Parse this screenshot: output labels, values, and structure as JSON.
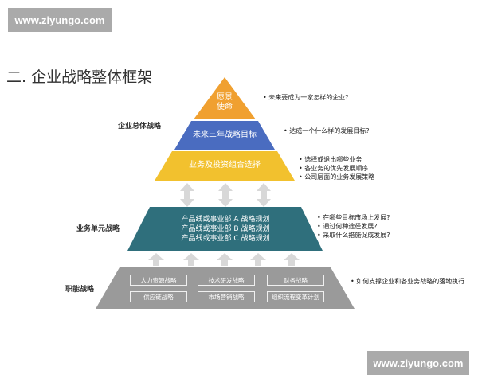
{
  "watermark": "www.ziyungo.com",
  "title": "二. 企业战略整体框架",
  "labels": {
    "corporate": "企业总体战略",
    "business_unit": "业务单元战略",
    "functional": "职能战略"
  },
  "tiers": {
    "vision": [
      "愿景",
      "使命"
    ],
    "three_year": "未来三年战略目标",
    "portfolio": "业务及投资组合选择",
    "bu_lines": [
      "产品线或事业部 A 战略规划",
      "产品线或事业部 B 战略规划",
      "产品线或事业部 C 战略规划"
    ],
    "functional_items": [
      "人力资源战略",
      "技术研发战略",
      "财务战略",
      "供应链战略",
      "市场营销战略",
      "组织流程变革计划"
    ]
  },
  "notes": {
    "vision": [
      "未来要成为一家怎样的企业?"
    ],
    "three_year": [
      "达成一个什么样的发展目标?"
    ],
    "portfolio": [
      "选择或退出哪些业务",
      "各业务的优先发展顺序",
      "公司层面的业务发展策略"
    ],
    "business_unit": [
      "在哪些目标市场上发展?",
      "通过何种途径发展?",
      "采取什么措施促成发展?"
    ],
    "functional": [
      "如何支撑企业和各业务战略的落地执行"
    ]
  },
  "colors": {
    "vision": "#f0a030",
    "three_year": "#4a6cc0",
    "portfolio": "#f2c12e",
    "business_unit": "#2f6f7c",
    "functional": "#9a9a9a",
    "arrow": "#d8d8d8"
  }
}
